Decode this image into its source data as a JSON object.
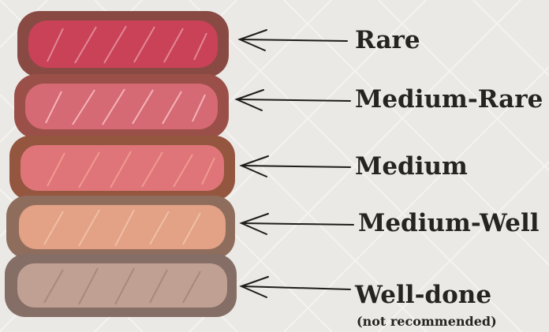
{
  "doneness_levels": [
    {
      "label": "Rare"
    },
    {
      "label": "Medium-Rare"
    },
    {
      "label": "Medium"
    },
    {
      "label": "Medium-Well"
    },
    {
      "label": "Well-done",
      "note": "(not recommended)"
    }
  ],
  "colors": {
    "background": "#ebe9e6",
    "text": "#262421",
    "arrow": "#1e1d1b",
    "rare_crust": "#8a4a44",
    "rare_center": "#c94257",
    "medium_rare_crust": "#9a5049",
    "medium_rare_center": "#d56a75",
    "medium_crust": "#94563f",
    "medium_center": "#df7579",
    "medium_well_crust": "#8f6d5d",
    "medium_well_center": "#e3a186",
    "well_done_crust": "#846e66",
    "well_done_center": "#c1a094"
  }
}
